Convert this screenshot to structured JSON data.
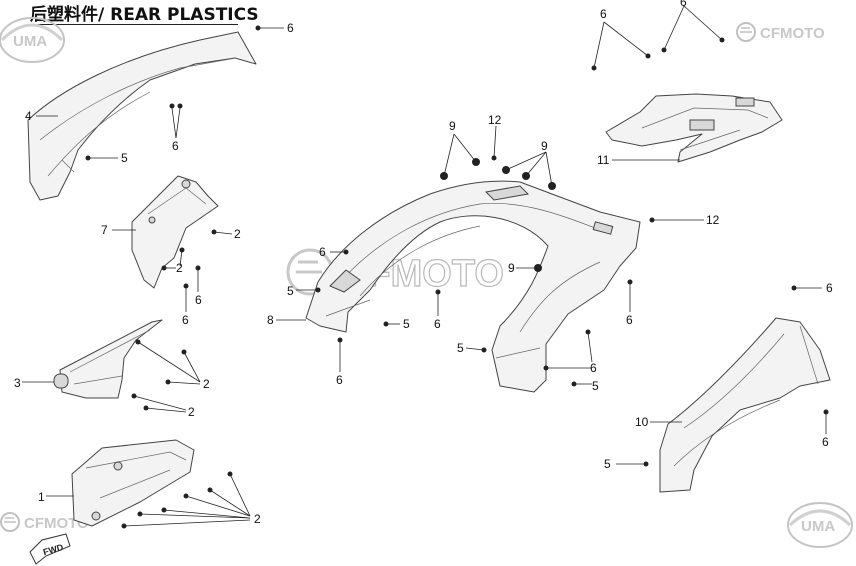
{
  "title": "后塑料件/ REAR PLASTICS",
  "logos": {
    "left_top": "UMA",
    "right_top": "CFMOTO",
    "left_bottom": "CFMOTO",
    "right_bottom": "UMA",
    "center_watermark": "CFMOTO"
  },
  "fwd_label": "FWD",
  "callouts": {
    "c1": "1",
    "c2a": "2",
    "c2b": "2",
    "c2c": "2",
    "c2d": "2",
    "c2e": "2",
    "c3": "3",
    "c4": "4",
    "c5a": "5",
    "c5b": "5",
    "c5c": "5",
    "c5d": "5",
    "c5e": "5",
    "c5f": "5",
    "c6a": "6",
    "c6b": "6",
    "c6c": "6",
    "c6d": "6",
    "c6e": "6",
    "c6f": "6",
    "c6g": "6",
    "c6h": "6",
    "c6i": "6",
    "c6j": "6",
    "c6k": "6",
    "c6l": "6",
    "c7": "7",
    "c8": "8",
    "c9a": "9",
    "c9b": "9",
    "c9c": "9",
    "c10": "10",
    "c11": "11",
    "c12a": "12",
    "c12b": "12"
  }
}
